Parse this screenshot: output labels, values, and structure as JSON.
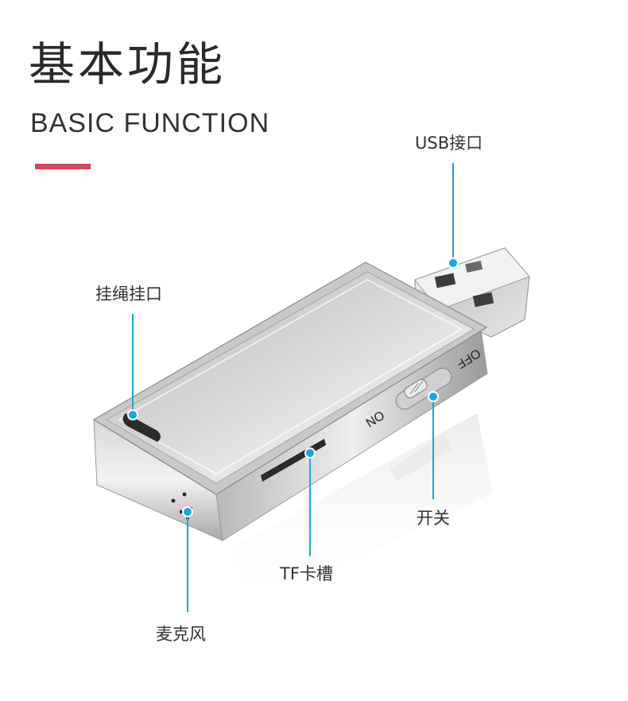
{
  "title_cn": "基本功能",
  "title_en": "BASIC FUNCTION",
  "colors": {
    "accent": "#d6455c",
    "callout": "#1aa6d9"
  },
  "device": {
    "switch_on": "ON",
    "switch_off": "OFF"
  },
  "callouts": {
    "usb": "USB接口",
    "lanyard": "挂绳挂口",
    "switch": "开关",
    "tf_slot": "TF卡槽",
    "mic": "麦克风"
  }
}
